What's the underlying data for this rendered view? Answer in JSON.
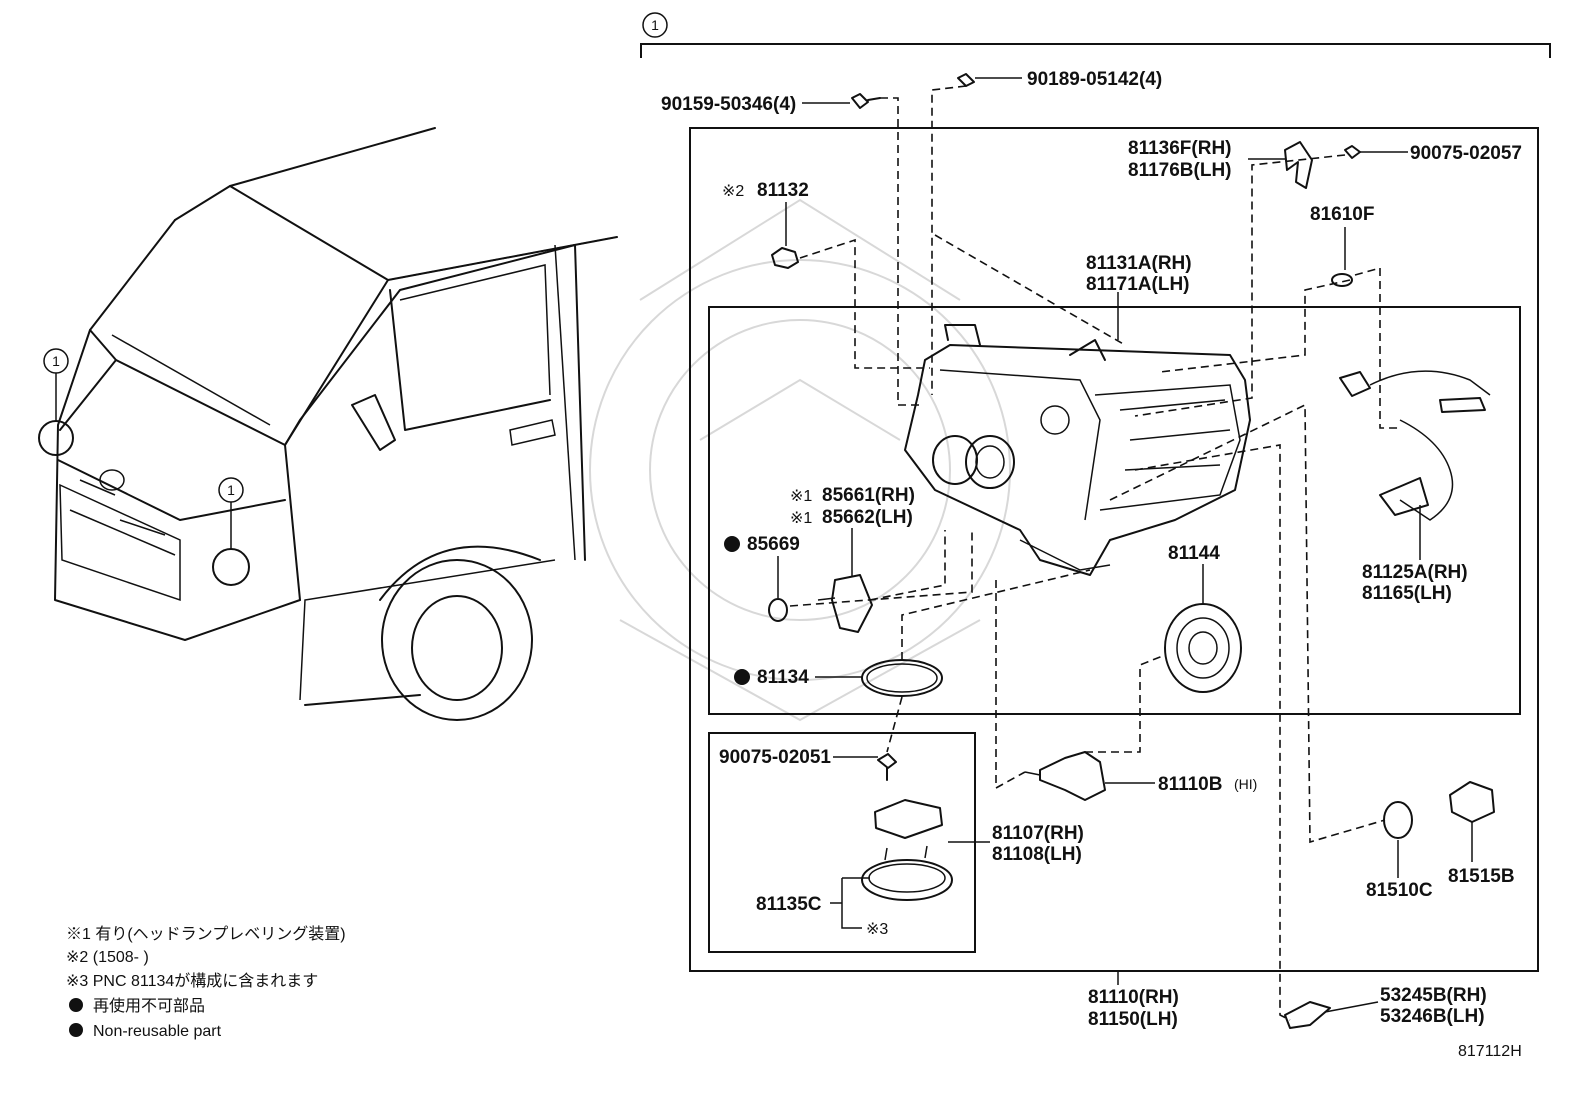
{
  "diagram_id": "817112H",
  "callout": "1",
  "parts": {
    "p90159": "90159-50346(4)",
    "p90189": "90189-05142(4)",
    "p90075_57": "90075-02057",
    "p81136": "81136F(RH)",
    "p81176": "81176B(LH)",
    "p81132": "81132",
    "p81132_mark": "※2",
    "p81610": "81610F",
    "p81131": "81131A(RH)",
    "p81171": "81171A(LH)",
    "p85661": "85661(RH)",
    "p85662": "85662(LH)",
    "p8566x_mark": "※1",
    "p85669": "85669",
    "p81144": "81144",
    "p81125": "81125A(RH)",
    "p81165": "81165(LH)",
    "p81134": "81134",
    "p90075_51": "90075-02051",
    "p81110B": "81110B",
    "p81110B_note": "(HI)",
    "p81107": "81107(RH)",
    "p81108": "81108(LH)",
    "p81135": "81135C",
    "p81135_mark": "※3",
    "p81510": "81510C",
    "p81515": "81515B",
    "p81110": "81110(RH)",
    "p81150": "81150(LH)",
    "p53245": "53245B(RH)",
    "p53246": "53246B(LH)"
  },
  "notes": {
    "n1": "※1 有り(ヘッドランプレベリング装置)",
    "n2": "※2 (1508-        )",
    "n3": "※3 PNC 81134が構成に含まれます",
    "n4": "再使用不可部品",
    "n5": "Non-reusable part"
  }
}
